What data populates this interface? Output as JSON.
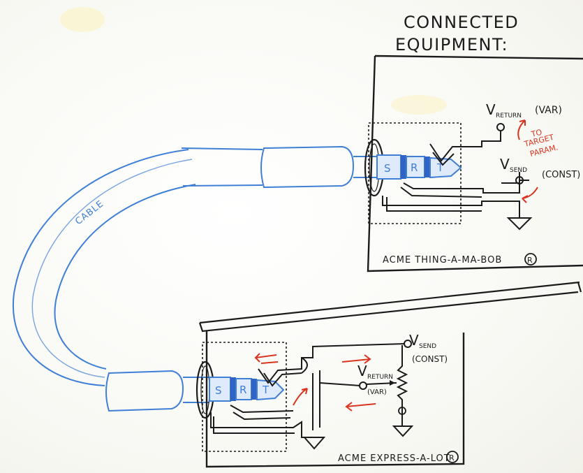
{
  "header": {
    "line1": "CONNECTED",
    "line2": "EQUIPMENT:"
  },
  "cable_label": "CABLE",
  "top_device": {
    "name": "ACME THING-A-MA-BOB",
    "mark": "R",
    "v_return": {
      "v": "V",
      "sub": "RETURN",
      "qualifier": "(VAR)"
    },
    "v_send": {
      "v": "V",
      "sub": "SEND",
      "qualifier": "(CONST)"
    },
    "note": [
      "TO",
      "TARGET",
      "PARAM."
    ],
    "plug_labels": {
      "sleeve": "S",
      "ring": "R",
      "tip": "T"
    }
  },
  "bottom_device": {
    "name": "ACME EXPRESS-A-LOT",
    "mark": "R",
    "v_send": {
      "v": "V",
      "sub": "SEND",
      "qualifier": "(CONST)"
    },
    "v_return": {
      "v": "V",
      "sub": "RETURN",
      "qualifier": "(VAR)"
    },
    "plug_labels": {
      "sleeve": "S",
      "ring": "R",
      "tip": "T"
    }
  },
  "colors": {
    "ink": "#1b1b1b",
    "cable_blue": "#3f7fd6",
    "marker_red": "#d9341f"
  }
}
